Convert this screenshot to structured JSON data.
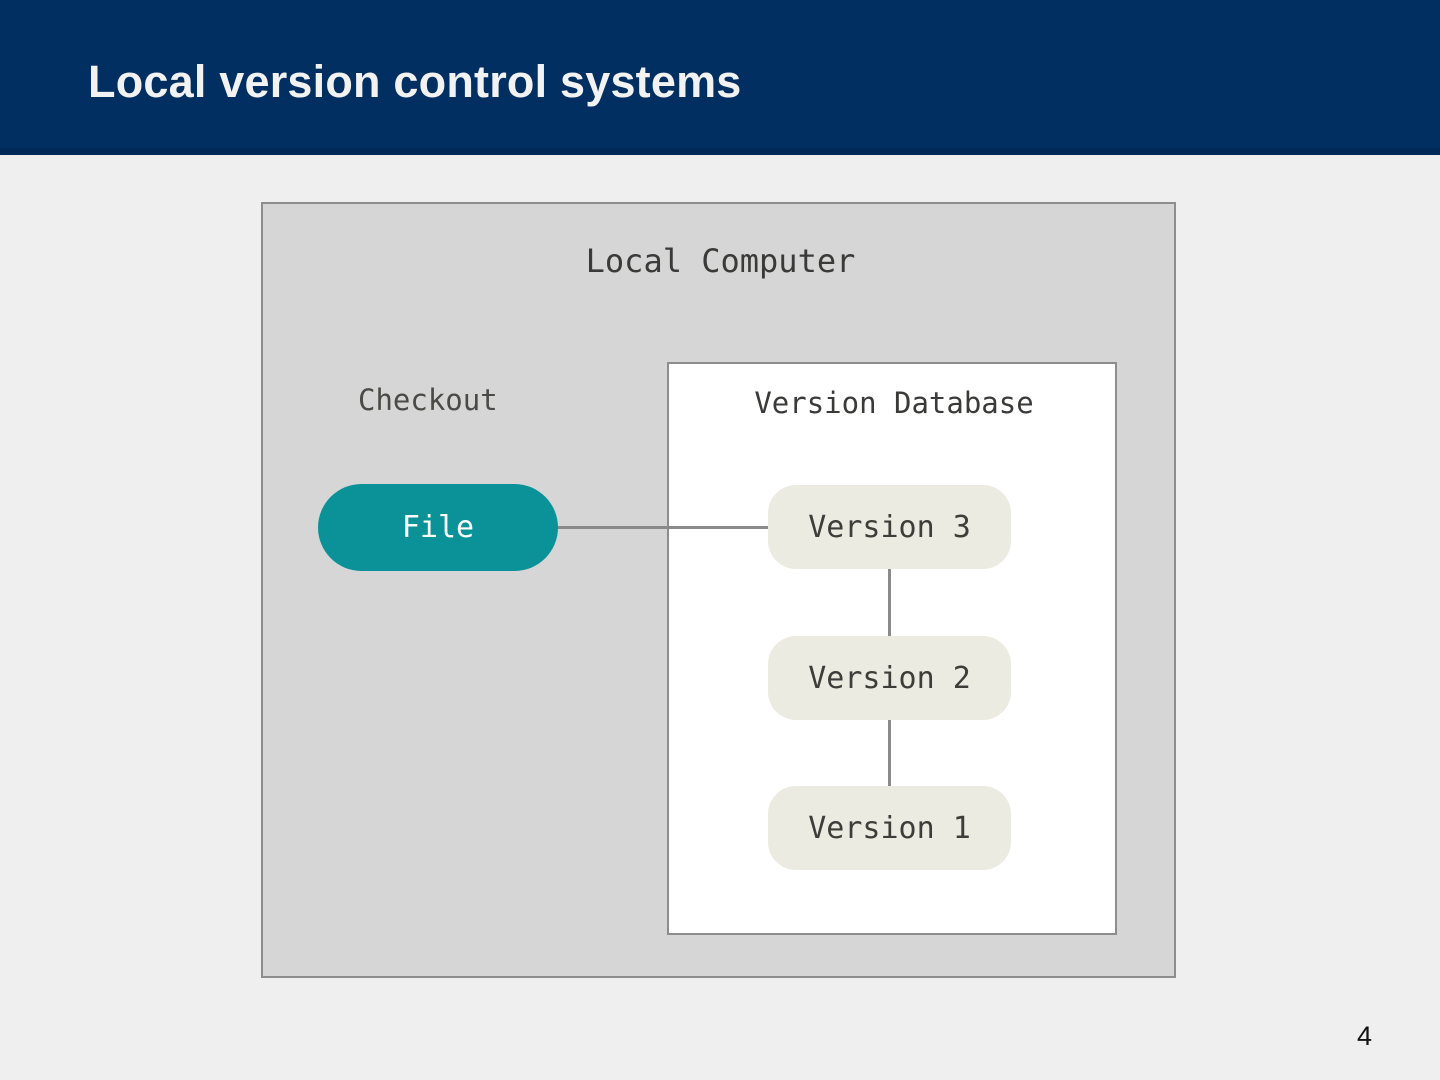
{
  "slide": {
    "title": "Local version control systems",
    "page_number": "4",
    "title_bar_color": "#022f62",
    "title_text_color": "#f2f2f2",
    "background_color": "#efefef"
  },
  "diagram": {
    "outer_box": {
      "label": "Local Computer",
      "fill": "#d6d6d6",
      "border": "#8d8d8d"
    },
    "checkout": {
      "label": "Checkout"
    },
    "inner_box": {
      "label": "Version Database",
      "fill": "#ffffff",
      "border": "#8d8d8d"
    },
    "file_node": {
      "label": "File",
      "fill": "#0b9299",
      "text_color": "#ffffff"
    },
    "version_nodes": [
      {
        "label": "Version 3",
        "fill": "#ecebe2",
        "text_color": "#3d3d39"
      },
      {
        "label": "Version 2",
        "fill": "#ecebe2",
        "text_color": "#3d3d39"
      },
      {
        "label": "Version 1",
        "fill": "#ecebe2",
        "text_color": "#3d3d39"
      }
    ],
    "connector_color": "#8a8a88"
  }
}
